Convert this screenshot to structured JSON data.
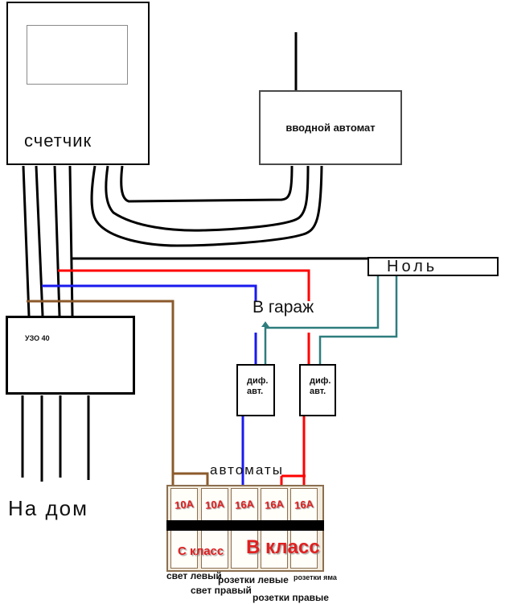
{
  "colors": {
    "wire-black": "#000000",
    "wire-red": "#ff0000",
    "wire-blue": "#1a1aee",
    "wire-brown": "#8b5a2b",
    "wire-teal": "#2e7d7d",
    "panel-border": "#8b6f50",
    "label-red": "#e02020",
    "box-border": "#000000"
  },
  "meter": {
    "label": "счетчик"
  },
  "main_breaker": {
    "label": "вводной автомат"
  },
  "neutral_bus": {
    "label": "Ноль"
  },
  "rcd": {
    "label": "УЗО 40"
  },
  "garage_feed": {
    "label": "В гараж"
  },
  "diff_left": {
    "line1": "диф.",
    "line2": "авт."
  },
  "diff_right": {
    "line1": "диф.",
    "line2": "авт."
  },
  "house_feed": {
    "label": "На дом"
  },
  "panel": {
    "title": "автоматы",
    "breakers": [
      {
        "rating": "10А"
      },
      {
        "rating": "10А"
      },
      {
        "rating": "16А"
      },
      {
        "rating": "16А"
      },
      {
        "rating": "16А"
      }
    ],
    "class_left": "С класс",
    "class_right": "В класс",
    "circuits": {
      "light_left": "свет левый",
      "light_right": "свет правый",
      "sockets_left": "розетки левые",
      "sockets_right": "розетки правые",
      "sockets_pit": "розетки яма"
    }
  }
}
